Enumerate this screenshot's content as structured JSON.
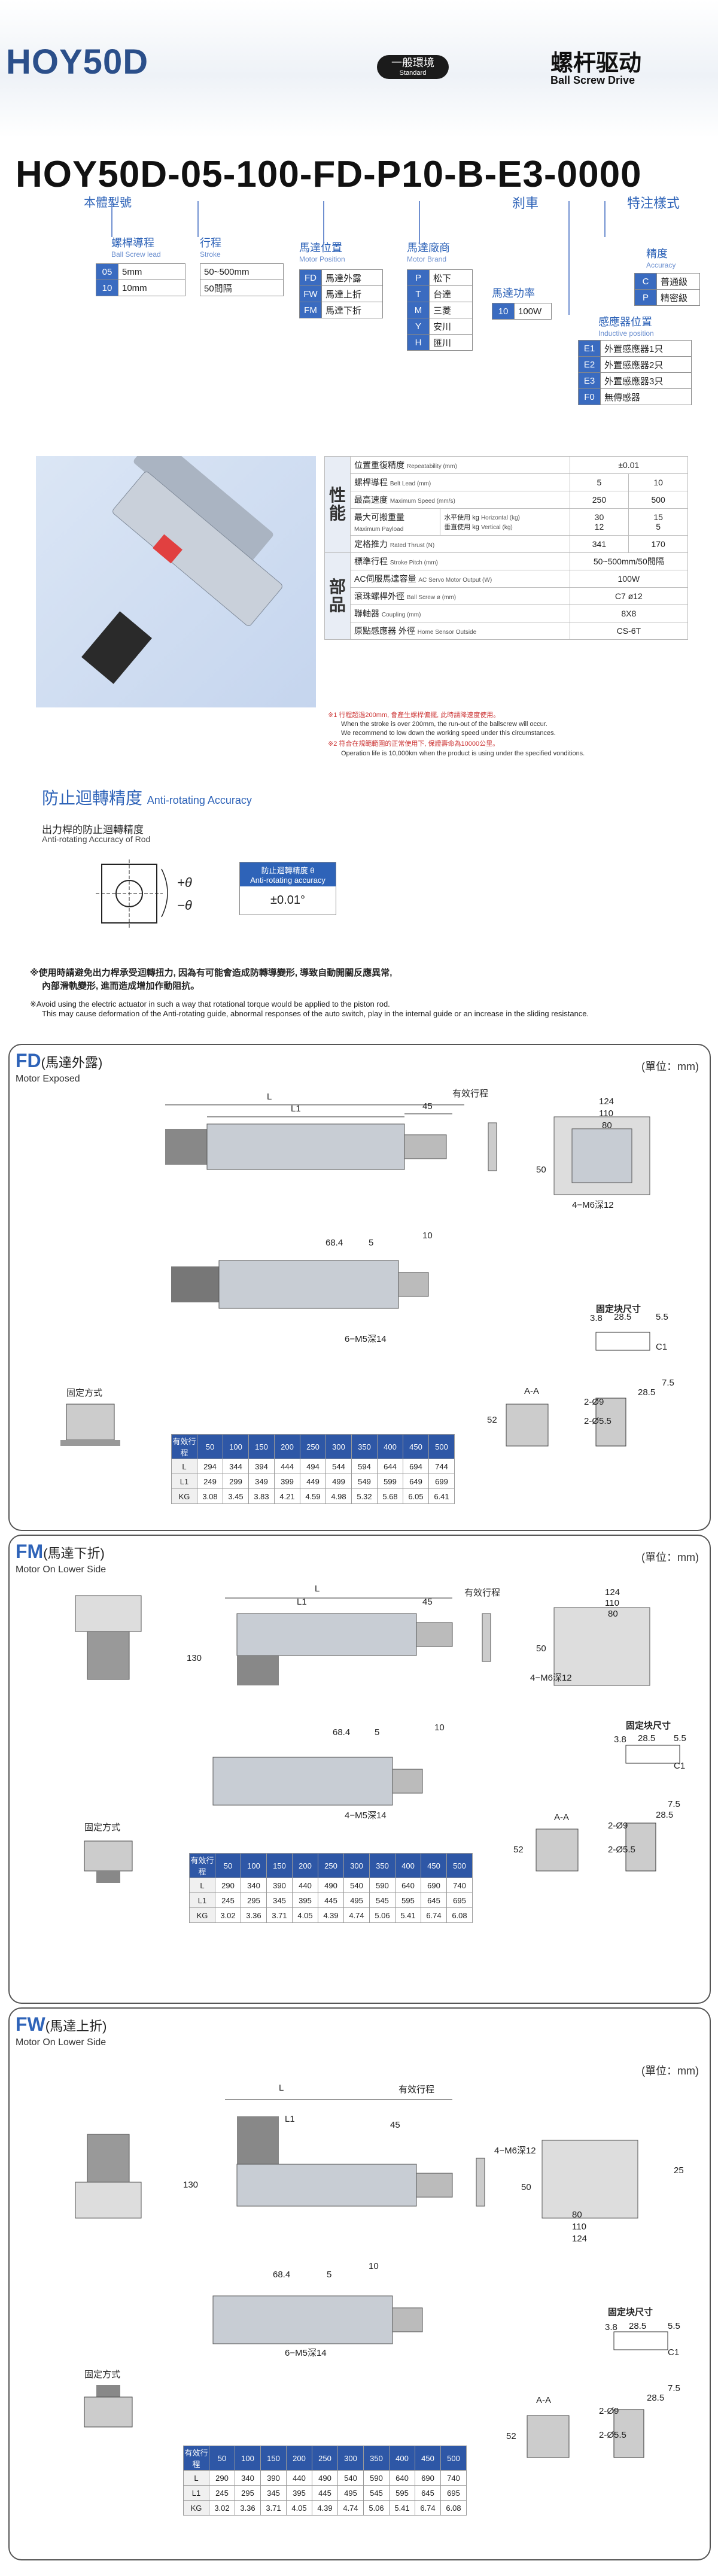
{
  "header": {
    "model": "HOY50D",
    "env_zh": "一般環境",
    "env_en": "Standard",
    "drive_zh": "螺杆驱动",
    "drive_en": "Ball Screw Drive"
  },
  "code": {
    "model": "HOY50D",
    "parts": [
      "-05",
      "-100",
      "-FD",
      "-P10",
      "-B",
      "-E3",
      "-0000"
    ],
    "body_label": "本體型號",
    "brake_label": "刹車",
    "special_label": "特注樣式",
    "lead": {
      "label": "螺桿導程",
      "label_en": "Ball Screw lead",
      "rows": [
        [
          "05",
          "5mm"
        ],
        [
          "10",
          "10mm"
        ]
      ]
    },
    "stroke": {
      "label": "行程",
      "label_en": "Stroke",
      "rows": [
        [
          "50~500mm"
        ],
        [
          "50間隔"
        ]
      ]
    },
    "motor_pos": {
      "label": "馬達位置",
      "label_en": "Motor Position",
      "rows": [
        [
          "FD",
          "馬達外露"
        ],
        [
          "FW",
          "馬達上折"
        ],
        [
          "FM",
          "馬達下折"
        ]
      ]
    },
    "motor_brand": {
      "label": "馬達廠商",
      "label_en": "Motor Brand",
      "rows": [
        [
          "P",
          "松下"
        ],
        [
          "T",
          "台達"
        ],
        [
          "M",
          "三菱"
        ],
        [
          "Y",
          "安川"
        ],
        [
          "H",
          "匯川"
        ]
      ]
    },
    "motor_power": {
      "label": "馬達功率",
      "rows": [
        [
          "10",
          "100W"
        ]
      ]
    },
    "accuracy": {
      "label": "精度",
      "label_en": "Accuracy",
      "rows": [
        [
          "C",
          "普通級"
        ],
        [
          "P",
          "精密級"
        ]
      ]
    },
    "sensor": {
      "label": "感應器位置",
      "label_en": "Inductive position",
      "rows": [
        [
          "E1",
          "外置感應器1只"
        ],
        [
          "E2",
          "外置感應器2只"
        ],
        [
          "E3",
          "外置感應器3只"
        ],
        [
          "F0",
          "無傳感器"
        ]
      ]
    }
  },
  "spec": {
    "sec_performance": "性能",
    "sec_parts": "部品",
    "rows": [
      {
        "zh": "位置重復精度",
        "en": "Repeatability (mm)",
        "v1": "±0.01",
        "v2": ""
      },
      {
        "zh": "螺桿導程",
        "en": "Belt Lead (mm)",
        "v1": "5",
        "v2": "10"
      },
      {
        "zh": "最高速度",
        "en": "Maximum Speed (mm/s)",
        "v1": "250",
        "v2": "500"
      },
      {
        "zh": "最大可搬重量",
        "en": "Maximum Payload",
        "sub1_zh": "水平使用 kg",
        "sub1_en": "Horizontal (kg)",
        "sub2_zh": "垂直使用 kg",
        "sub2_en": "Vertical (kg)",
        "v1": "30",
        "v2": "15",
        "v3": "12",
        "v4": "5"
      },
      {
        "zh": "定格推力",
        "en": "Rated Thrust (N)",
        "v1": "341",
        "v2": "170"
      },
      {
        "zh": "標準行程",
        "en": "Stroke Pitch (mm)",
        "v1": "50~500mm/50間隔",
        "v2": ""
      },
      {
        "zh": "AC伺服馬達容量",
        "en": "AC Servo Motor Output (W)",
        "v1": "100W",
        "v2": ""
      },
      {
        "zh": "滾珠螺桿外徑",
        "en": "Ball Screw ø (mm)",
        "v1": "C7 ø12",
        "v2": ""
      },
      {
        "zh": "聯軸器",
        "en": "Coupling (mm)",
        "v1": "8X8",
        "v2": ""
      },
      {
        "zh": "原點感應器 外徑",
        "en": "Home Sensor  Outside",
        "v1": "CS-6T",
        "v2": ""
      }
    ],
    "notes": [
      "※1 行程超過200mm, 會產生螺桿偏擺, 此時請降速度使用。",
      "When the stroke is over 200mm, the run-out of the ballscrew will occur.",
      "We recommend to low down the working speed under this circumstances.",
      "※2 符合在規範範圍的正常使用下, 保證壽命為10000公里。",
      "Operation life is 10,000km when the product is using under the specified vonditions."
    ]
  },
  "anti": {
    "title_zh": "防止迴轉精度",
    "title_en": "Anti-rotating Accuracy",
    "rod_zh": "出力桿的防止迴轉精度",
    "rod_en": "Anti-rotating Accuracy of Rod",
    "plus": "+θ",
    "minus": "−θ",
    "box_head_zh": "防止迴轉精度 θ",
    "box_head_en": "Anti-rotating accuracy",
    "box_value": "±0.01°",
    "warn_zh1": "※使用時請避免出力桿承受迴轉扭力, 因為有可能會造成防轉導變形, 導致自動開關反應異常,",
    "warn_zh2": "內部滑軌變形, 進而造成增加作動阻抗。",
    "warn_en1": "※Avoid using the electric actuator in such a way that rotational torque would be applied to the piston rod.",
    "warn_en2": "This may cause deformation of the Anti-rotating guide, abnormal responses of the auto switch, play in the internal guide or an increase in the sliding resistance."
  },
  "common": {
    "unit": "(單位：mm)",
    "stroke_effective": "有效行程",
    "fixing_method": "固定方式",
    "fixing_block": "固定块尺寸",
    "L": "L",
    "L1": "L1",
    "dim_45": "45",
    "dim_684": "68.4",
    "dim_5": "5",
    "dim_10": "10",
    "dim_124": "124",
    "dim_110": "110",
    "dim_80": "80",
    "dim_50": "50",
    "dim_52": "52",
    "m6": "4−M6深12",
    "m5": "6−M5深14",
    "m5b": "4−M5深14",
    "fix_38": "3.8",
    "fix_285": "28.5",
    "fix_55": "5.5",
    "fix_c1": "C1",
    "fix_75": "7.5",
    "fix_285b": "28.5",
    "fix_09": "2-Ø9",
    "fix_055": "2-Ø5.5",
    "fix_52": "52",
    "sec_aa": "A-A",
    "table_head": [
      "有效行程",
      "50",
      "100",
      "150",
      "200",
      "250",
      "300",
      "350",
      "400",
      "450",
      "500"
    ]
  },
  "fd": {
    "title": "FD",
    "title_sub": "(馬達外露)",
    "subtitle": "Motor Exposed",
    "rows": [
      [
        "L",
        "294",
        "344",
        "394",
        "444",
        "494",
        "544",
        "594",
        "644",
        "694",
        "744"
      ],
      [
        "L1",
        "249",
        "299",
        "349",
        "399",
        "449",
        "499",
        "549",
        "599",
        "649",
        "699"
      ],
      [
        "KG",
        "3.08",
        "3.45",
        "3.83",
        "4.21",
        "4.59",
        "4.98",
        "5.32",
        "5.68",
        "6.05",
        "6.41"
      ]
    ]
  },
  "fm": {
    "title": "FM",
    "title_sub": "(馬達下折)",
    "subtitle": "Motor On Lower Side",
    "dim_130": "130",
    "rows": [
      [
        "L",
        "290",
        "340",
        "390",
        "440",
        "490",
        "540",
        "590",
        "640",
        "690",
        "740"
      ],
      [
        "L1",
        "245",
        "295",
        "345",
        "395",
        "445",
        "495",
        "545",
        "595",
        "645",
        "695"
      ],
      [
        "KG",
        "3.02",
        "3.36",
        "3.71",
        "4.05",
        "4.39",
        "4.74",
        "5.06",
        "5.41",
        "6.74",
        "6.08"
      ]
    ]
  },
  "fw": {
    "title": "FW",
    "title_sub": "(馬達上折)",
    "subtitle": "Motor On Lower Side",
    "dim_130": "130",
    "dim_25": "25",
    "rows": [
      [
        "L",
        "290",
        "340",
        "390",
        "440",
        "490",
        "540",
        "590",
        "640",
        "690",
        "740"
      ],
      [
        "L1",
        "245",
        "295",
        "345",
        "395",
        "445",
        "495",
        "545",
        "595",
        "645",
        "695"
      ],
      [
        "KG",
        "3.02",
        "3.36",
        "3.71",
        "4.05",
        "4.39",
        "4.74",
        "5.06",
        "5.41",
        "6.74",
        "6.08"
      ]
    ]
  }
}
